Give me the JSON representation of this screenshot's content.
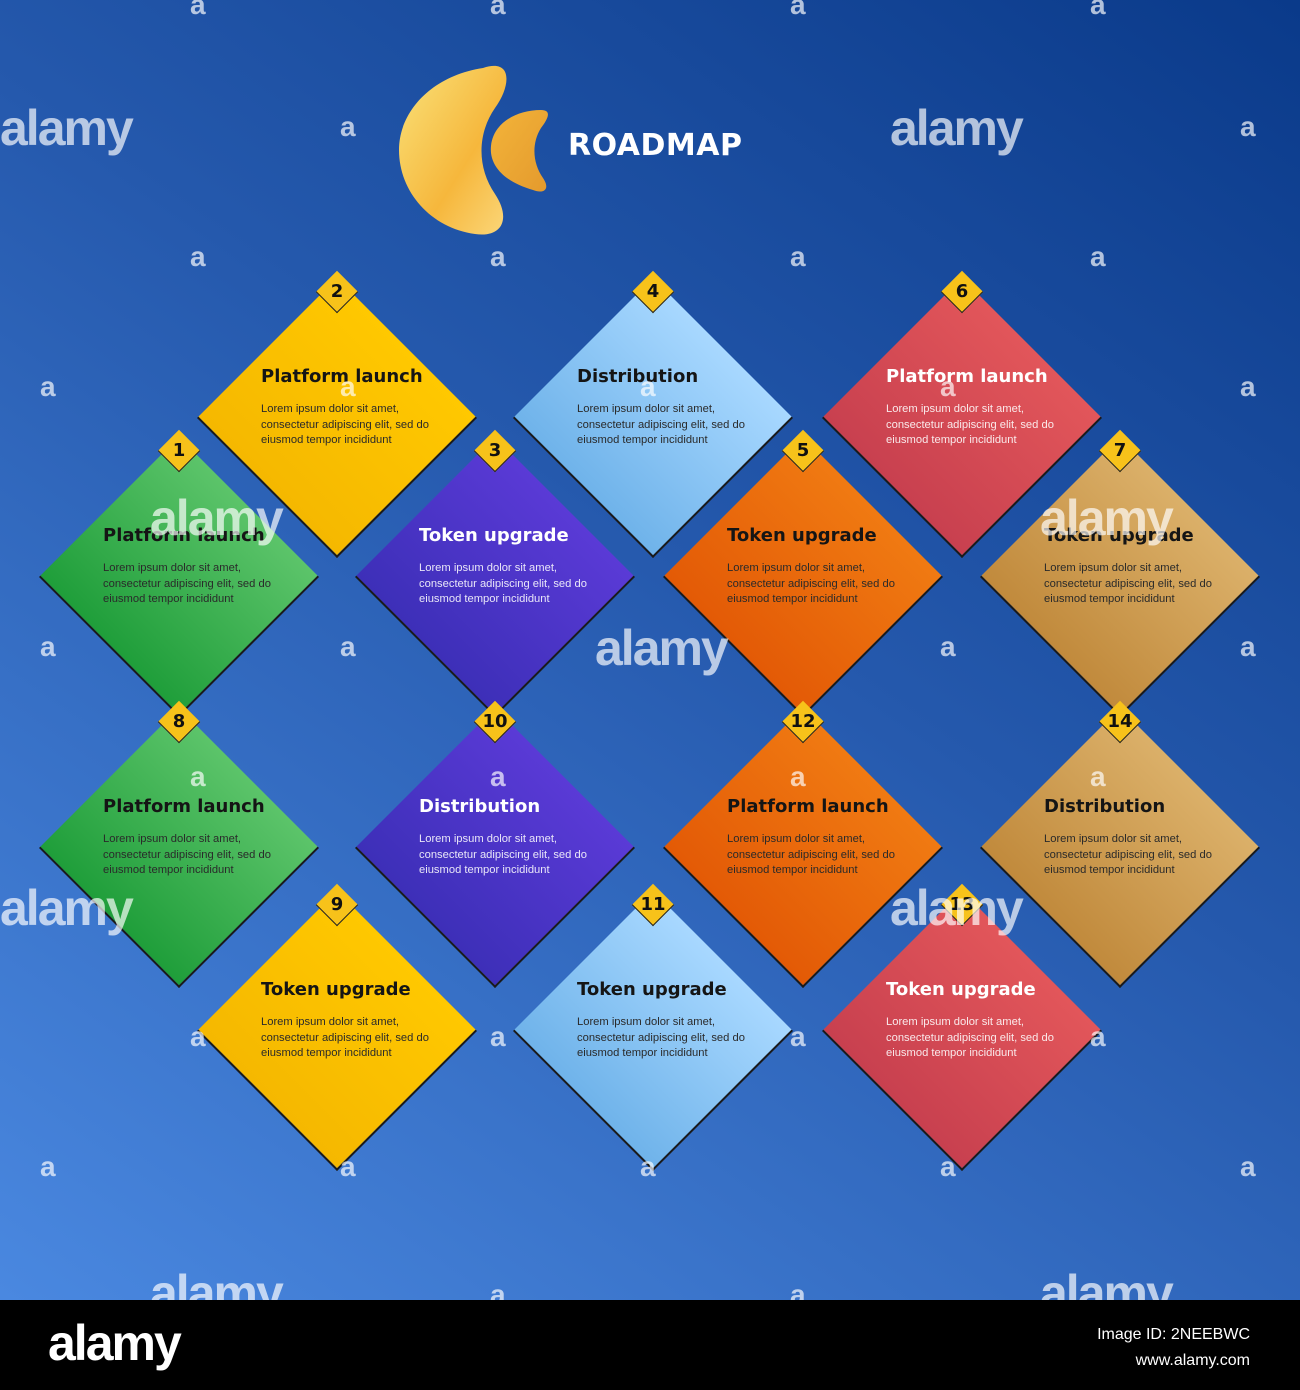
{
  "header": {
    "title": "ROADMAP"
  },
  "logo": {
    "icon": "double-crescent-icon",
    "colors": [
      "#f9e27a",
      "#f6b73c",
      "#eb9f31"
    ]
  },
  "steps": [
    {
      "number": "1",
      "title": "Platform launch",
      "description": "Lorem ipsum dolor sit amet, consectetur adipiscing elit, sed do eiusmod tempor incididunt",
      "color": "#1f9e3a"
    },
    {
      "number": "2",
      "title": "Platform launch",
      "description": "Lorem ipsum dolor sit amet, consectetur adipiscing elit, sed do eiusmod tempor incididunt",
      "color": "#f5b800"
    },
    {
      "number": "3",
      "title": "Token upgrade",
      "description": "Lorem ipsum dolor sit amet, consectetur adipiscing elit, sed do eiusmod tempor incididunt",
      "color": "#3d2fb8"
    },
    {
      "number": "4",
      "title": "Distribution",
      "description": "Lorem ipsum dolor sit amet, consectetur adipiscing elit, sed do eiusmod tempor incididunt",
      "color": "#6fb3ea"
    },
    {
      "number": "5",
      "title": "Token upgrade",
      "description": "Lorem ipsum dolor sit amet, consectetur adipiscing elit, sed do eiusmod tempor incididunt",
      "color": "#e35a06"
    },
    {
      "number": "6",
      "title": "Platform launch",
      "description": "Lorem ipsum dolor sit amet, consectetur adipiscing elit, sed do eiusmod tempor incididunt",
      "color": "#c8404f"
    },
    {
      "number": "7",
      "title": "Token upgrade",
      "description": "Lorem ipsum dolor sit amet, consectetur adipiscing elit, sed do eiusmod tempor incididunt",
      "color": "#c18a3c"
    },
    {
      "number": "8",
      "title": "Platform launch",
      "description": "Lorem ipsum dolor sit amet, consectetur adipiscing elit, sed do eiusmod tempor incididunt",
      "color": "#1f9e3a"
    },
    {
      "number": "9",
      "title": "Token upgrade",
      "description": "Lorem ipsum dolor sit amet, consectetur adipiscing elit, sed do eiusmod tempor incididunt",
      "color": "#f5b800"
    },
    {
      "number": "10",
      "title": "Distribution",
      "description": "Lorem ipsum dolor sit amet, consectetur adipiscing elit, sed do eiusmod tempor incididunt",
      "color": "#3d2fb8"
    },
    {
      "number": "11",
      "title": "Token upgrade",
      "description": "Lorem ipsum dolor sit amet, consectetur adipiscing elit, sed do eiusmod tempor incididunt",
      "color": "#6fb3ea"
    },
    {
      "number": "12",
      "title": "Platform launch",
      "description": "Lorem ipsum dolor sit amet, consectetur adipiscing elit, sed do eiusmod tempor incididunt",
      "color": "#e35a06"
    },
    {
      "number": "13",
      "title": "Token upgrade",
      "description": "Lorem ipsum dolor sit amet, consectetur adipiscing elit, sed do eiusmod tempor incididunt",
      "color": "#c8404f"
    },
    {
      "number": "14",
      "title": "Distribution",
      "description": "Lorem ipsum dolor sit amet, consectetur adipiscing elit, sed do eiusmod tempor incididunt",
      "color": "#c18a3c"
    }
  ],
  "watermark": {
    "text": "alamy",
    "letter": "a"
  },
  "footer": {
    "logo": "alamy",
    "image_id": "Image ID: 2NEEBWC",
    "site": "www.alamy.com"
  }
}
